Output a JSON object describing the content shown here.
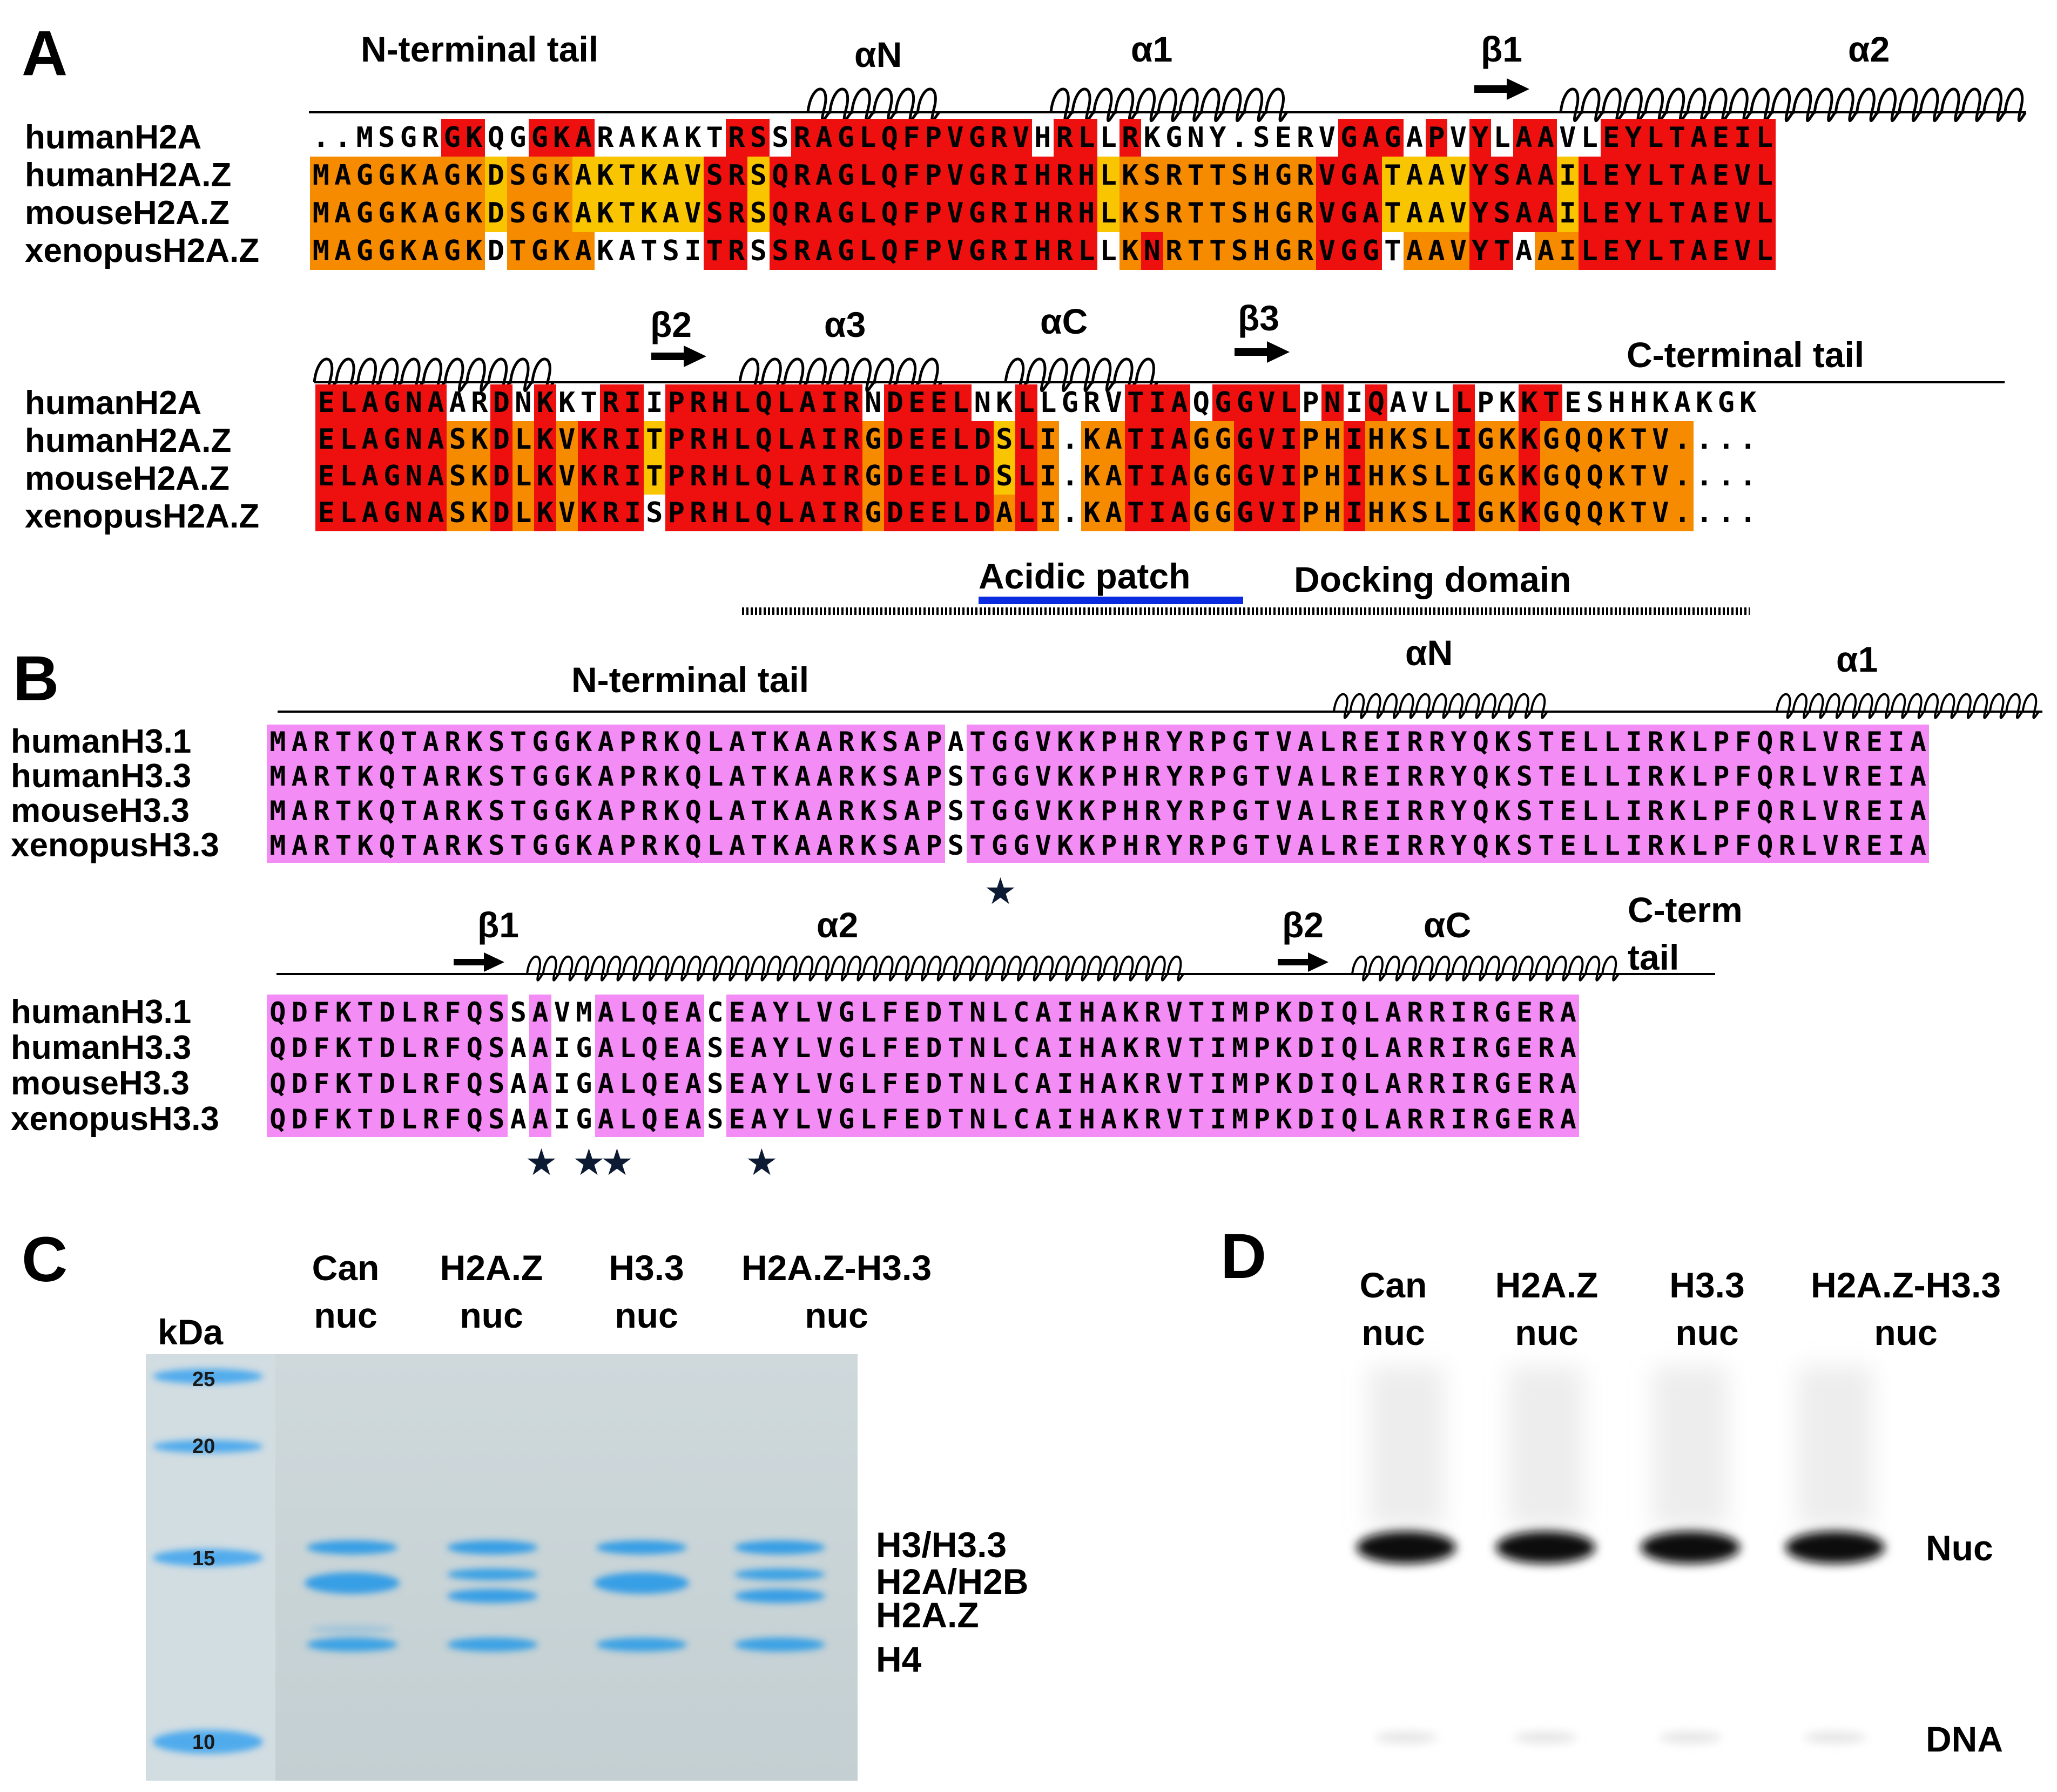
{
  "panels": {
    "a": "A",
    "b": "B",
    "c": "C",
    "d": "D"
  },
  "panelA": {
    "ss_top": {
      "nterm": "N-terminal tail",
      "aN": "αN",
      "a1": "α1",
      "b1": "β1",
      "a2": "α2"
    },
    "ss_bottom": {
      "b2": "β2",
      "a3": "α3",
      "aC": "αC",
      "b3": "β3",
      "cterm": "C-terminal tail"
    },
    "names": [
      "humanH2A",
      "humanH2A.Z",
      "mouseH2A.Z",
      "xenopusH2A.Z"
    ],
    "block1": [
      "..MSGRGKQGGKARAKAKTRSSRAGLQFPVGRVHRLLRKGNY.SERVGAGAPVYLAAVLEYLTAEIL",
      "MAGGKAGKDSGKAKTKAVSRSQRAGLQFPVGRIHRHLKSRTTSHGRVGATAAVYSAAILEYLTAEVL",
      "MAGGKAGKDSGKAKTKAVSRSQRAGLQFPVGRIHRHLKSRTTSHGRVGATAAVYSAAILEYLTAEVL",
      "MAGGKAGKDTGKAKATSITRSSRAGLQFPVGRIHRLLKNRTTSHGRVGGTAAVYTAAILEYLTAEVL"
    ],
    "block1_colors": [
      "..wwwwrrwwrrrwwwwwwrrwrrrrrrrrrrrwrrwrwwwwwwwwwrrrwrwrwrrwwrrrrrrrrwr",
      "ooooooooyoooyyyyyyrryrrrrrrrrrrrrrrryooooooooorrryyyyrrrryrrrrrrrrrr",
      "ooooooooyoooyyyyyyrryrrrrrrrrrrrrrrryooooooooorrryyyyrrrryrrrrrrrrrr",
      "oooooooowoooowwwwwrrwrrrrrrrrrrrrrrrworooooooorrrwooorrwoorrrrrrrrrr"
    ],
    "block2": [
      "ELAGNAARDNKKTRIIPRHLQLAIRNDEELNKLLGRVTIAQGGVLPNIQAVLLPKKTESHHKAKGK",
      "ELAGNASKDLKVKRITPRHLQLAIRGDEELDSLI.KATIAGGGVIPHIHKSLIGKKGQQKTV....",
      "ELAGNASKDLKVKRITPRHLQLAIRGDEELDSLI.KATIAGGGVIPHIHKSLIGKKGQQKTV....",
      "ELAGNASKDLKVKRISPRHLQLAIRGDEELDALI.KATIAGGGVIPHIHKSLIGKKGQQKTV...."
    ],
    "block2_colors": [
      "rrrrrrwwrwrwwrrwrrrrrrrrrwrrrrwwrwwwwrrrwrrrrwrwrwwwrwwrrwwwwwwwww",
      "rrrrrroorororrryrrrrrrrrrorrrrryrowoorrroorrroorooooroorooooooowwww",
      "rrrrrroorororrryrrrrrrrrrorrrrryrowoorrroorrroorooooroorooooooowwww",
      "rrrrrroorororrrwrrrrrrrrrorrrrrorowoorrroorrroorooooroorooooooowwww"
    ],
    "acidic_patch": "Acidic patch",
    "docking_domain": "Docking domain"
  },
  "panelB": {
    "ss_top": {
      "nterm": "N-terminal tail",
      "aN": "αN",
      "a1": "α1"
    },
    "ss_bottom": {
      "b1": "β1",
      "a2": "α2",
      "b2": "β2",
      "aC": "αC",
      "cterm1": "C-term",
      "cterm2": "tail"
    },
    "names": [
      "humanH3.1",
      "humanH3.3",
      "mouseH3.3",
      "xenopusH3.3"
    ],
    "block1": [
      "MARTKQTARKSTGGKAPRKQLATKAARKSAPATGGVKKPHRYRPGTVALREIRRYQKSTELLIRKLPFQRLVREIA",
      "MARTKQTARKSTGGKAPRKQLATKAARKSAPSTGGVKKPHRYRPGTVALREIRRYQKSTELLIRKLPFQRLVREIA",
      "MARTKQTARKSTGGKAPRKQLATKAARKSAPSTGGVKKPHRYRPGTVALREIRRYQKSTELLIRKLPFQRLVREIA",
      "MARTKQTARKSTGGKAPRKQLATKAARKSAPSTGGVKKPHRYRPGTVALREIRRYQKSTELLIRKLPFQRLVREIA"
    ],
    "block2": [
      "QDFKTDLRFQSSAVMALQEACEAYLVGLFEDTNLCAIHAKRVTIMPKDIQLARRIRGERA",
      "QDFKTDLRFQSAAIGALQEASEAYLVGLFEDTNLCAIHAKRVTIMPKDIQLARRIRGERA",
      "QDFKTDLRFQSAAIGALQEASEAYLVGLFEDTNLCAIHAKRVTIMPKDIQLARRIRGERA",
      "QDFKTDLRFQSAAIGALQEASEAYLVGLFEDTNLCAIHAKRVTIMPKDIQLARRIRGERA"
    ],
    "star": "★",
    "block1_white_cols": [
      31
    ],
    "block2_white_cols": [
      11,
      13,
      14,
      20
    ]
  },
  "panelC": {
    "kda": "kDa",
    "lanes": [
      {
        "l1": "Can",
        "l2": "nuc"
      },
      {
        "l1": "H2A.Z",
        "l2": "nuc"
      },
      {
        "l1": "H3.3",
        "l2": "nuc"
      },
      {
        "l1": "H2A.Z-H3.3",
        "l2": "nuc"
      }
    ],
    "markers": [
      "25",
      "20",
      "15",
      "10"
    ],
    "bands": [
      "H3/H3.3",
      "H2A/H2B",
      "H2A.Z",
      "H4"
    ],
    "gel_color": "#c8d3d6",
    "band_color": "#2f9ce6"
  },
  "panelD": {
    "lanes": [
      {
        "l1": "Can",
        "l2": "nuc"
      },
      {
        "l1": "H2A.Z",
        "l2": "nuc"
      },
      {
        "l1": "H3.3",
        "l2": "nuc"
      },
      {
        "l1": "H2A.Z-H3.3",
        "l2": "nuc"
      }
    ],
    "bands": [
      "Nuc",
      "DNA"
    ]
  },
  "colors": {
    "red": "#ee0f0f",
    "orange": "#f68b00",
    "yellow": "#f8c500",
    "magenta": "#f38cf5",
    "blue": "#0a2be0"
  }
}
